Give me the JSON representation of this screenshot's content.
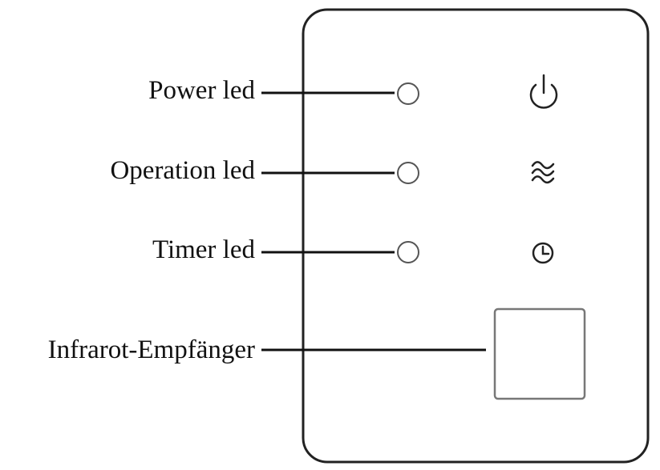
{
  "labels": {
    "power_led": "Power led",
    "operation_led": "Operation led",
    "timer_led": "Timer led",
    "ir_receiver": "Infrarot-Empfänger"
  },
  "icons": {
    "power": "power-icon",
    "operation": "airflow-wave-icon",
    "timer": "clock-icon"
  },
  "colors": {
    "ink": "#111111",
    "led_outline": "#555555",
    "panel_outline": "#222222",
    "receiver_outline": "#777777"
  }
}
